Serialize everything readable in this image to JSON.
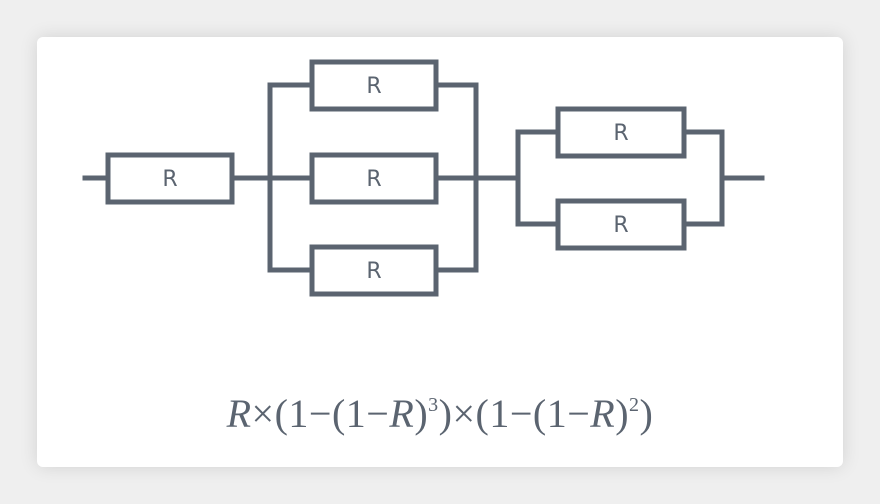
{
  "diagram": {
    "colors": {
      "wire": "#5b6470",
      "text": "#5b6470",
      "background": "#ffffff"
    },
    "resistors": [
      {
        "id": "r-series",
        "label": "R"
      },
      {
        "id": "r-par3-top",
        "label": "R"
      },
      {
        "id": "r-par3-mid",
        "label": "R"
      },
      {
        "id": "r-par3-bot",
        "label": "R"
      },
      {
        "id": "r-par2-top",
        "label": "R"
      },
      {
        "id": "r-par2-bot",
        "label": "R"
      }
    ]
  },
  "formula": {
    "p1": "R",
    "times1": "×(1−(1−",
    "p2": "R",
    "close1": ")",
    "exp1": "3",
    "close2": ")×(1−(1−",
    "p3": "R",
    "close3": ")",
    "exp2": "2",
    "close4": ")"
  }
}
